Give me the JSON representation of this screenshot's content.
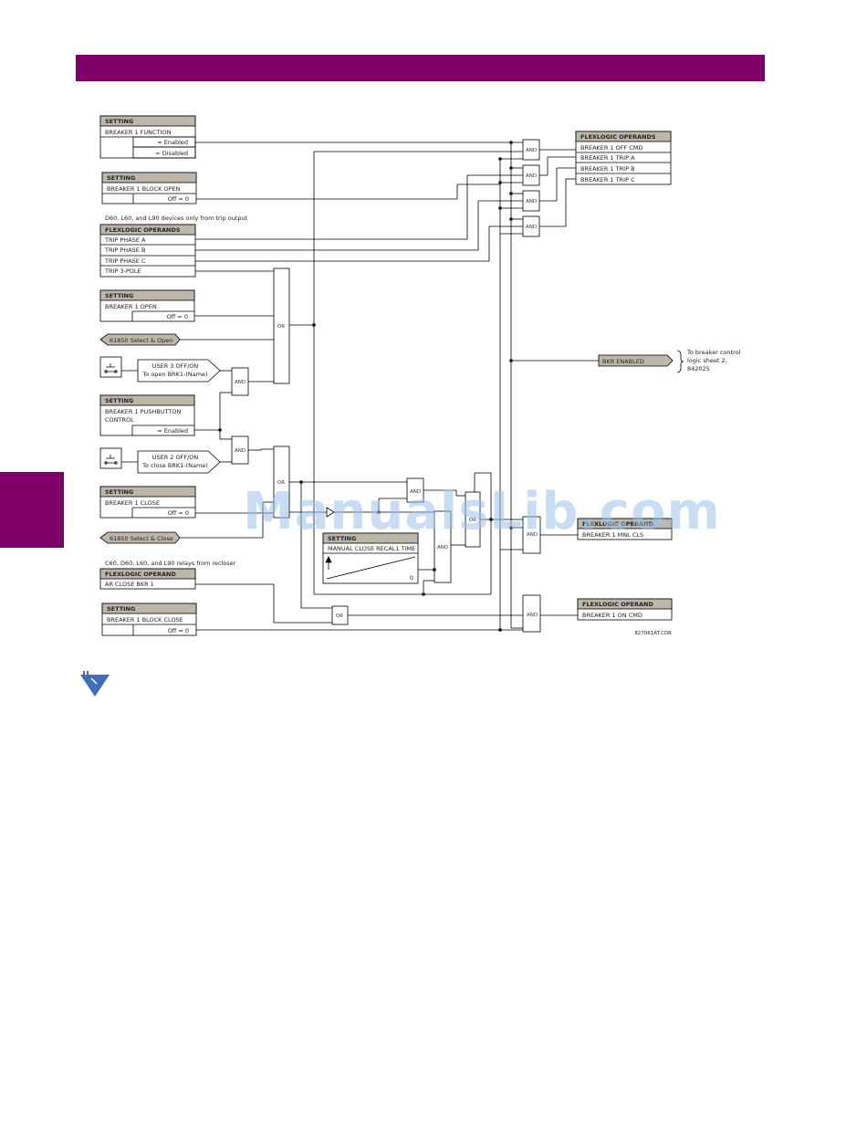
{
  "colors": {
    "brand": "#80006a",
    "header_fill": "#bdb7ab",
    "line": "#000000",
    "watermark": "#9cc3ec",
    "logo": "#3f6fb8"
  },
  "watermark": "ManualsLib.com",
  "drawing_id": "827061AT.CDR",
  "notes": {
    "trip_output": "D60, L60, and L90 devices only from trip output",
    "recloser": "C60, D60, L60, and L90 relays from recloser",
    "to_sheet": [
      "To breaker control",
      "logic sheet 2,",
      "842025"
    ]
  },
  "blocks": {
    "function": {
      "header": "SETTING",
      "title": "BREAKER 1 FUNCTION",
      "values": [
        "= Enabled",
        "= Disabled"
      ]
    },
    "block_open": {
      "header": "SETTING",
      "title": "BREAKER 1 BLOCK OPEN",
      "value": "Off = 0"
    },
    "trip_operands": {
      "header": "FLEXLOGIC OPERANDS",
      "rows": [
        "TRIP PHASE A",
        "TRIP PHASE B",
        "TRIP PHASE C",
        "TRIP 3-POLE"
      ]
    },
    "open": {
      "header": "SETTING",
      "title": "BREAKER 1 OPEN",
      "value": "Off = 0"
    },
    "pushbutton": {
      "header": "SETTING",
      "title_lines": [
        "BREAKER 1 PUSHBUTTON",
        "CONTROL"
      ],
      "value": "= Enabled"
    },
    "close": {
      "header": "SETTING",
      "title": "BREAKER 1 CLOSE",
      "value": "Off = 0"
    },
    "ar_close": {
      "header": "FLEXLOGIC OPERAND",
      "title": "AR CLOSE BKR 1"
    },
    "block_close": {
      "header": "SETTING",
      "title": "BREAKER 1 BLOCK CLOSE",
      "value": "Off = 0"
    },
    "recal": {
      "header": "SETTING",
      "title": "MANUAL CLOSE RECAL1 TIME",
      "value": "0"
    },
    "out_trip": {
      "header": "FLEXLOGIC OPERANDS",
      "rows": [
        "BREAKER 1 OFF CMD",
        "BREAKER 1 TRIP A",
        "BREAKER 1 TRIP B",
        "BREAKER 1 TRIP C"
      ]
    },
    "out_mnl": {
      "header": "FLEXLOGIC OPERAND",
      "title": "BREAKER 1 MNL CLS"
    },
    "out_on": {
      "header": "FLEXLOGIC OPERAND",
      "title": "BREAKER 1 ON CMD"
    }
  },
  "tags": {
    "select_open": "61850 Select & Open",
    "select_close": "61850 Select & Close",
    "bkr_enabled": "BKR ENABLED"
  },
  "user3": [
    "USER 3 OFF/ON",
    "To open BRK1-(Name)"
  ],
  "user2": [
    "USER 2 OFF/ON",
    "To close BRK1-(Name)"
  ],
  "gates": {
    "and": "AND",
    "or": "OR"
  }
}
